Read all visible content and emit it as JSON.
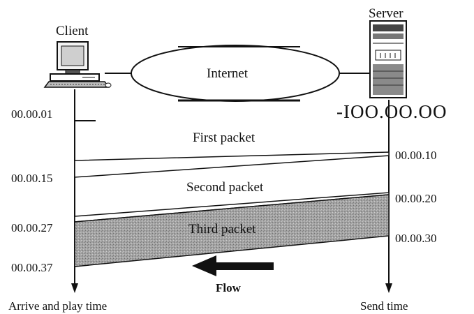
{
  "diagram": {
    "client_label": "Client",
    "server_label": "Server",
    "cloud_label": "Internet",
    "client_times": [
      "00.00.01",
      "00.00.15",
      "00.00.27",
      "00.00.37"
    ],
    "server_start_time": "-IOO.OO.OO",
    "server_times": [
      "00.00.10",
      "00.00.20",
      "00.00.30"
    ],
    "packets": [
      "First packet",
      "Second packet",
      "Third packet"
    ],
    "flow_label": "Flow",
    "client_axis_label": "Arrive and play time",
    "server_axis_label": "Send time",
    "colors": {
      "ink": "#111111",
      "shade": "#9a9a9a",
      "cloud_fill": "#ffffff"
    }
  }
}
